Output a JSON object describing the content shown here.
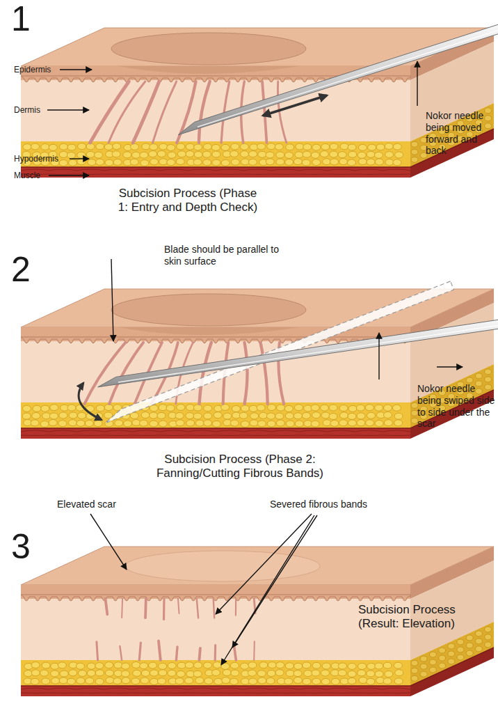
{
  "diagram": {
    "labels": [
      "1",
      "Epidermis",
      "Dermis",
      "Hypodermis",
      "Muscle",
      "Nokor needle being moved forward and back",
      "Subcision Process (Phase 1: Entry and Depth Check)",
      "2",
      "Blade should be parallel to skin surface",
      "Nokor needle being swiped side to side under the scar",
      "Subcision Process (Phase 2: Fanning/Cutting Fibrous Bands)",
      "3",
      "Elevated scar",
      "Severed fibrous bands",
      "Subcision Process (Result: Elevation)"
    ]
  }
}
